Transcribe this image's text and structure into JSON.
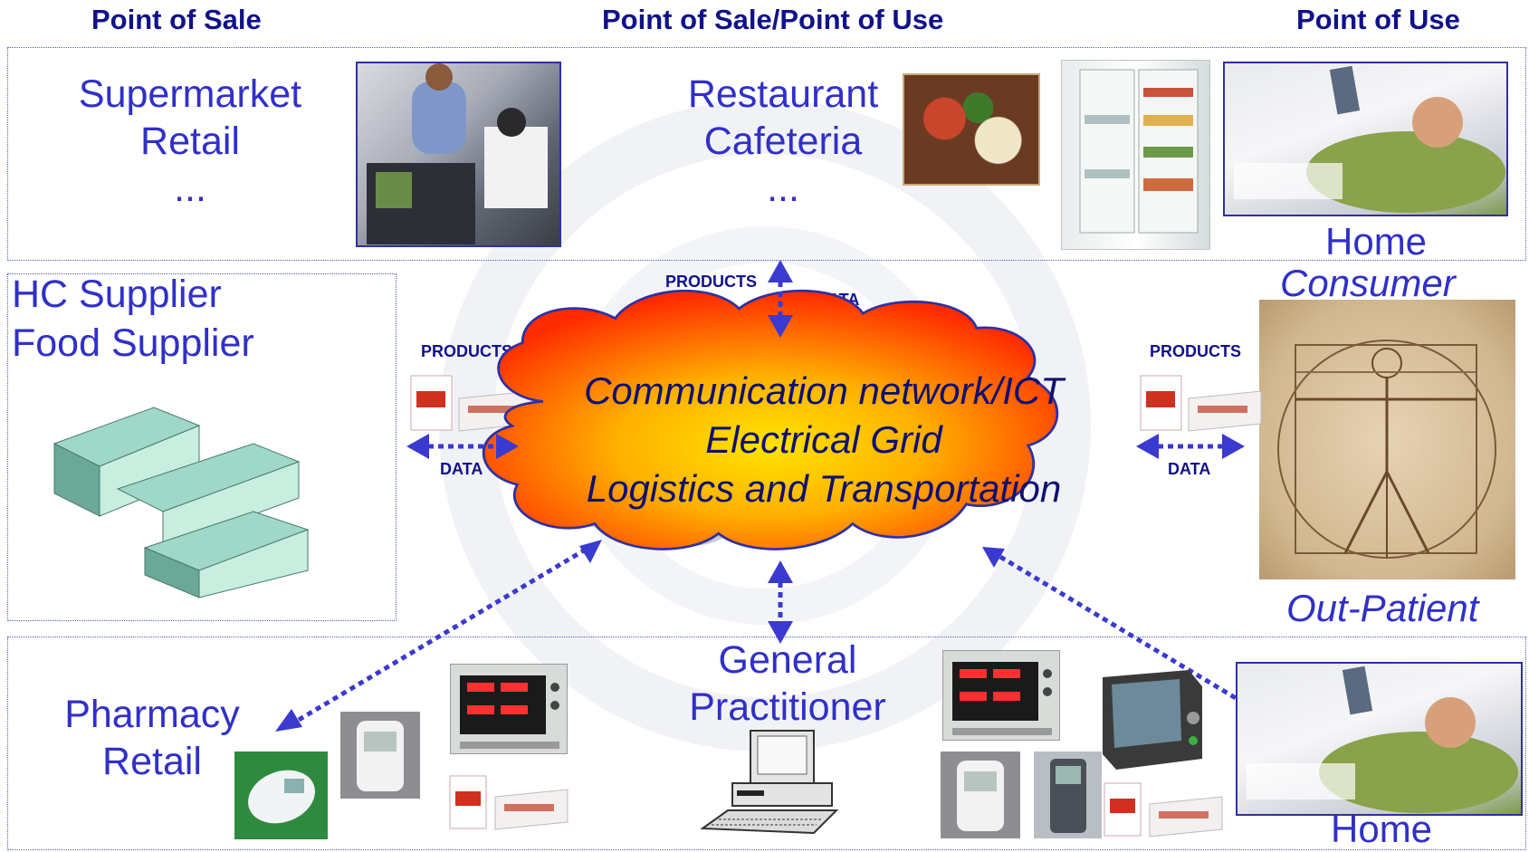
{
  "headers": {
    "left": "Point of Sale",
    "center": "Point of Sale/Point of Use",
    "right": "Point of Use"
  },
  "top_left": {
    "line1": "Supermarket",
    "line2": "Retail",
    "line3": "..."
  },
  "top_center": {
    "line1": "Restaurant",
    "line2": "Cafeteria",
    "line3": "..."
  },
  "top_right_label": "Home",
  "consumer_label": "Consumer",
  "outpatient_label": "Out-Patient",
  "supplier": {
    "line1": "HC Supplier",
    "line2": "Food Supplier"
  },
  "cloud": {
    "line1": "Communication network/ICT",
    "line2": "Electrical Grid",
    "line3": "Logistics and Transportation"
  },
  "flow_labels": {
    "top_products": "PRODUCTS",
    "top_data": "DATA",
    "left_products": "PRODUCTS",
    "left_data": "DATA",
    "right_products": "PRODUCTS",
    "right_data": "DATA"
  },
  "bottom": {
    "pharmacy_line1": "Pharmacy",
    "pharmacy_line2": "Retail",
    "gp_line1": "General",
    "gp_line2": "Practitioner",
    "home": "Home"
  },
  "colors": {
    "header_text": "#11118a",
    "label_text": "#3030c8",
    "arrow": "#3a3ad0",
    "cloud_center": "#ffe400",
    "cloud_edge": "#ff2a00",
    "cloud_outline": "#3030a0"
  }
}
